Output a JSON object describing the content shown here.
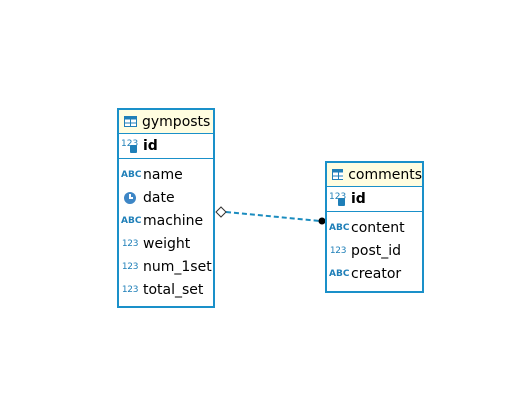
{
  "entities": [
    {
      "name": "gymposts",
      "primary_key": {
        "type_icon": "123",
        "name": "id"
      },
      "attributes": [
        {
          "type_icon": "ABC",
          "name": "name"
        },
        {
          "type_icon": "clock",
          "name": "date"
        },
        {
          "type_icon": "ABC",
          "name": "machine"
        },
        {
          "type_icon": "123",
          "name": "weight"
        },
        {
          "type_icon": "123",
          "name": "num_1set"
        },
        {
          "type_icon": "123",
          "name": "total_set"
        }
      ]
    },
    {
      "name": "comments",
      "primary_key": {
        "type_icon": "123",
        "name": "id"
      },
      "attributes": [
        {
          "type_icon": "ABC",
          "name": "content"
        },
        {
          "type_icon": "123",
          "name": "post_id"
        },
        {
          "type_icon": "ABC",
          "name": "creator"
        }
      ]
    }
  ],
  "relationship": {
    "from": "comments",
    "to": "gymposts",
    "style": "dashed",
    "from_end": "filled-dot",
    "to_end": "hollow-diamond"
  },
  "colors": {
    "border": "#1a90c9",
    "header_bg": "#fffde0",
    "icon": "#1f7fb8",
    "connector": "#1b8cbf"
  }
}
